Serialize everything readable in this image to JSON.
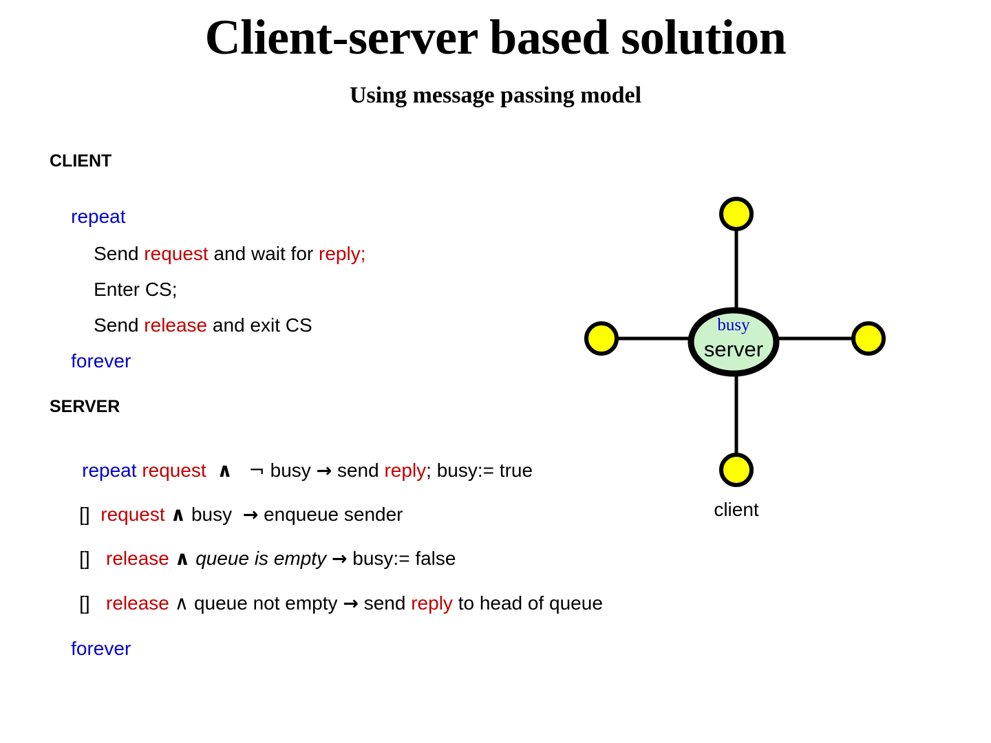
{
  "slide": {
    "title": "Client-server based solution",
    "subtitle": "Using message passing model"
  },
  "colors": {
    "keyword_blue": "#0000CC",
    "message_red": "#C00000",
    "text_black": "#000000",
    "node_yellow": "#FFFF00",
    "server_green": "#CCF2CC",
    "stroke_black": "#000000",
    "background": "#FFFFFF"
  },
  "client_section": {
    "heading": "CLIENT",
    "open_keyword": "repeat",
    "close_keyword": "forever",
    "lines": [
      {
        "pre": "Send ",
        "msg1": "request",
        "mid": " and wait for ",
        "msg2": "reply",
        "post": ";"
      },
      {
        "pre": "Enter CS;",
        "msg1": "",
        "mid": "",
        "msg2": "",
        "post": ""
      },
      {
        "pre": "Send ",
        "msg1": "release",
        "mid": " and exit CS",
        "msg2": "",
        "post": ""
      }
    ]
  },
  "server_section": {
    "heading": "SERVER",
    "close_keyword": "forever",
    "guard_marker": "[]",
    "and_symbol": "∧",
    "not_symbol": "¬",
    "arrow_symbol": "→",
    "lines": [
      {
        "lead_keyword": "repeat",
        "guard_msg": "request",
        "condition": "busy",
        "condition_negated": true,
        "action_pre": "send ",
        "action_msg": "reply",
        "action_post": "; busy:= true"
      },
      {
        "lead_keyword": "",
        "guard_msg": "request",
        "condition": "busy",
        "condition_negated": false,
        "action_pre": "enqueue sender",
        "action_msg": "",
        "action_post": ""
      },
      {
        "lead_keyword": "",
        "guard_msg": "release",
        "condition": "queue is empty",
        "condition_negated": false,
        "action_pre": "busy:= false",
        "action_msg": "",
        "action_post": ""
      },
      {
        "lead_keyword": "",
        "guard_msg": "release",
        "condition": "queue not empty",
        "condition_negated": false,
        "action_pre": "send ",
        "action_msg": "reply",
        "action_post": " to head of queue"
      }
    ]
  },
  "diagram": {
    "server_node": {
      "state_label": "busy",
      "name_label": "server"
    },
    "client_label": "client",
    "client_node_count": 4
  }
}
